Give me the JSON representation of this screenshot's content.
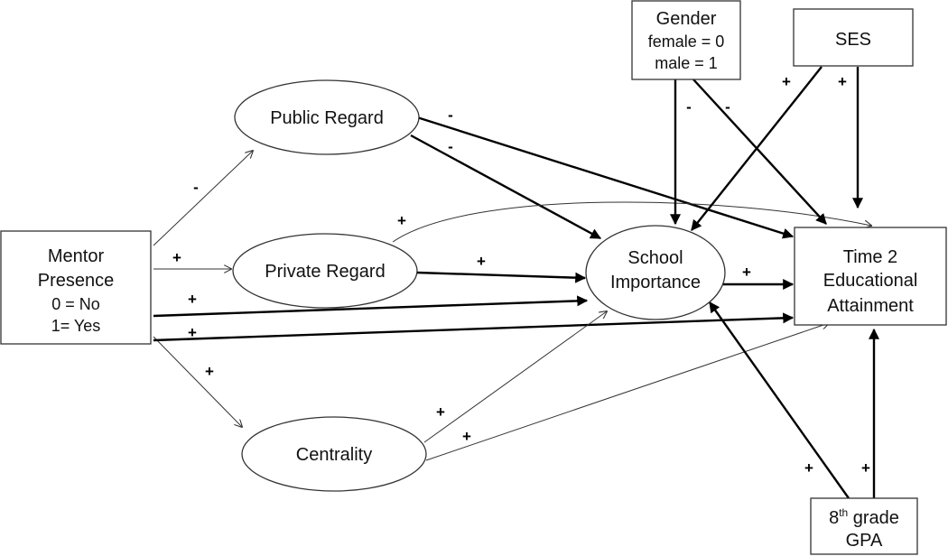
{
  "nodes": {
    "mentor": {
      "lines": [
        "Mentor",
        "Presence",
        "0 = No",
        "1= Yes"
      ]
    },
    "public_regard": {
      "label": "Public Regard"
    },
    "private_regard": {
      "label": "Private Regard"
    },
    "centrality": {
      "label": "Centrality"
    },
    "school_importance": {
      "lines": [
        "School",
        "Importance"
      ]
    },
    "attainment": {
      "lines": [
        "Time 2",
        "Educational",
        "Attainment"
      ]
    },
    "gender": {
      "lines": [
        "Gender",
        "female = 0",
        "male = 1"
      ]
    },
    "ses": {
      "label": "SES"
    },
    "gpa": {
      "sup_base": "8",
      "sup": "th",
      "rest": " grade",
      "line2": "GPA"
    }
  },
  "edges": [
    {
      "from": "Mentor Presence",
      "to": "Public Regard",
      "sign": "-"
    },
    {
      "from": "Mentor Presence",
      "to": "Private Regard",
      "sign": "+"
    },
    {
      "from": "Mentor Presence",
      "to": "Centrality",
      "sign": "+"
    },
    {
      "from": "Mentor Presence",
      "to": "School Importance",
      "sign": "+"
    },
    {
      "from": "Mentor Presence",
      "to": "Time 2 Educational Attainment",
      "sign": "+"
    },
    {
      "from": "Public Regard",
      "to": "School Importance",
      "sign": "-"
    },
    {
      "from": "Public Regard",
      "to": "Time 2 Educational Attainment",
      "sign": "-"
    },
    {
      "from": "Private Regard",
      "to": "School Importance",
      "sign": "+"
    },
    {
      "from": "Private Regard",
      "to": "Time 2 Educational Attainment",
      "sign": "+"
    },
    {
      "from": "Centrality",
      "to": "School Importance",
      "sign": "+"
    },
    {
      "from": "Centrality",
      "to": "Time 2 Educational Attainment",
      "sign": "+"
    },
    {
      "from": "School Importance",
      "to": "Time 2 Educational Attainment",
      "sign": "+"
    },
    {
      "from": "Gender",
      "to": "School Importance",
      "sign": "-"
    },
    {
      "from": "Gender",
      "to": "Time 2 Educational Attainment",
      "sign": "-"
    },
    {
      "from": "SES",
      "to": "School Importance",
      "sign": "+"
    },
    {
      "from": "SES",
      "to": "Time 2 Educational Attainment",
      "sign": "+"
    },
    {
      "from": "8th grade GPA",
      "to": "School Importance",
      "sign": "+"
    },
    {
      "from": "8th grade GPA",
      "to": "Time 2 Educational Attainment",
      "sign": "+"
    }
  ]
}
